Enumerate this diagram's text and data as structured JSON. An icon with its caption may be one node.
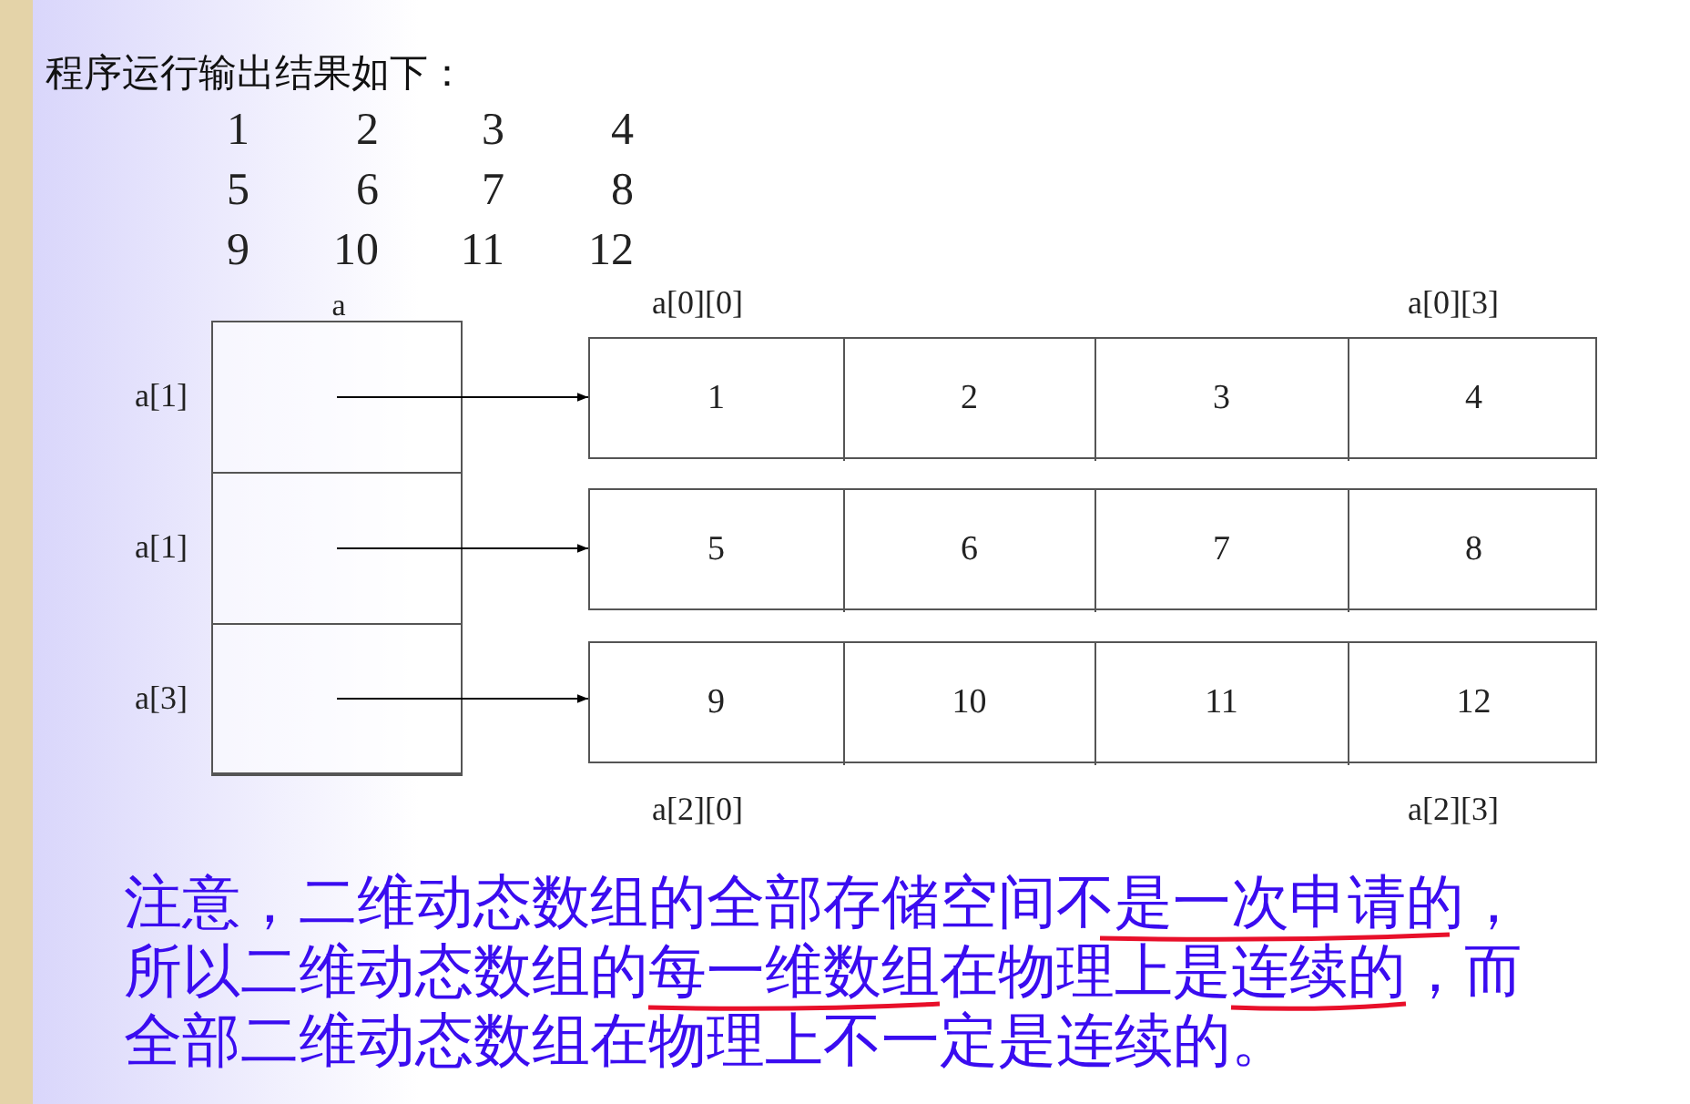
{
  "diagram": {
    "title": "程序运行输出结果如下：",
    "nodes": [
      {
        "text": [
          "a"
        ]
      },
      {
        "text": [],
        "shape": "box",
        "in": 0,
        "beside": [
          "a[1]"
        ]
      },
      {
        "text": [],
        "shape": "box",
        "in": 0,
        "beside": [
          "a[1]"
        ]
      },
      {
        "text": [],
        "shape": "box",
        "in": 0,
        "beside": [
          "a[3]"
        ]
      },
      {
        "text": [],
        "shape": "box"
      },
      {
        "text": [
          "1"
        ],
        "in": 4
      },
      {
        "text": [
          "2"
        ],
        "in": 4
      },
      {
        "text": [
          "3"
        ],
        "in": 4
      },
      {
        "text": [
          "4"
        ],
        "in": 4
      },
      {
        "text": [],
        "shape": "box"
      },
      {
        "text": [
          "5"
        ],
        "in": 9
      },
      {
        "text": [
          "6"
        ],
        "in": 9
      },
      {
        "text": [
          "7"
        ],
        "in": 9
      },
      {
        "text": [
          "8"
        ],
        "in": 9
      },
      {
        "text": [],
        "shape": "box"
      },
      {
        "text": [
          "9"
        ],
        "in": 14
      },
      {
        "text": [
          "10"
        ],
        "in": 14
      },
      {
        "text": [
          "11"
        ],
        "in": 14
      },
      {
        "text": [
          "12"
        ],
        "in": 14
      }
    ],
    "edges": [
      {
        "from": 1,
        "to": 4,
        "arrow": "to"
      },
      {
        "from": 2,
        "to": 9,
        "arrow": "to"
      },
      {
        "from": 3,
        "to": 14,
        "arrow": "to"
      }
    ],
    "labels": [
      "1",
      "2",
      "3",
      "4",
      "5",
      "6",
      "7",
      "8",
      "9",
      "10",
      "11",
      "12",
      "a[0][0]",
      "a[0][3]",
      "a[2][0]",
      "a[2][3]"
    ],
    "caption": "注意，二维动态数组的全部存储空间不是一次申请的，所以二维动态数组的每一维数组在物理上是连续的，而全部二维动态数组在物理上不一定是连续的。"
  }
}
